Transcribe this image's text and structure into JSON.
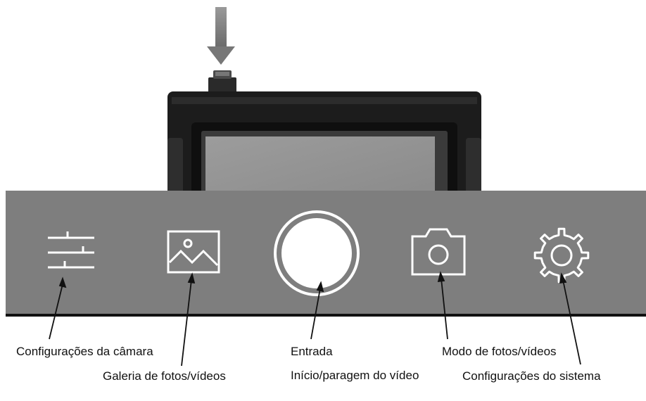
{
  "toolbar": {
    "background": "#7e7e7e",
    "icon_color": "#ffffff",
    "buttons": [
      {
        "icon": "sliders-icon",
        "label": "Configurações da câmara"
      },
      {
        "icon": "image-gallery-icon",
        "label": "Galeria de fotos/vídeos"
      },
      {
        "icon": "record-icon",
        "label": "Entrada"
      },
      {
        "icon": "camera-icon",
        "label": "Modo de fotos/vídeos"
      },
      {
        "icon": "gear-icon",
        "label": "Configurações do sistema"
      }
    ]
  },
  "record_note": "Início/paragem do vídeo",
  "device": {
    "arrow_icon": "arrow-down-icon",
    "body_color": "#1c1c1c",
    "screen_color": "#8c8c8c"
  }
}
